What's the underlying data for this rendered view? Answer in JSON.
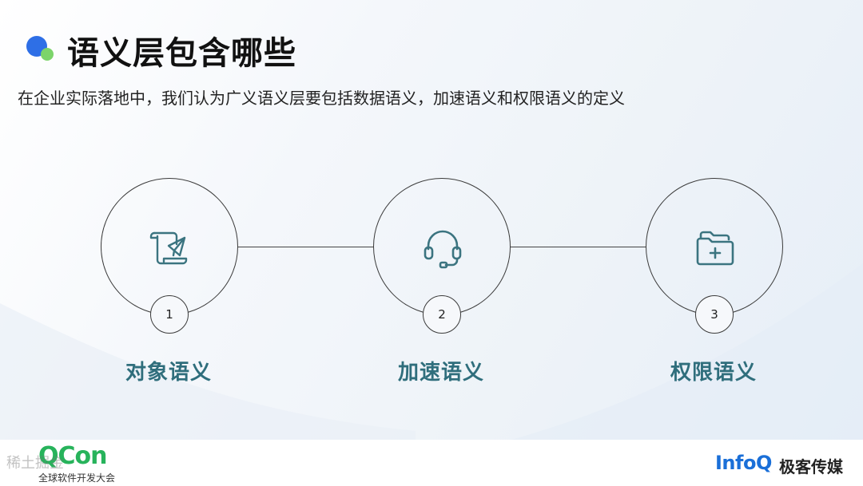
{
  "title": "语义层包含哪些",
  "subtitle": "在企业实际落地中，我们认为广义语义层要包括数据语义，加速语义和权限语义的定义",
  "items": [
    {
      "number": "1",
      "label": "对象语义",
      "icon": "scroll-paper-plane-icon"
    },
    {
      "number": "2",
      "label": "加速语义",
      "icon": "headset-icon"
    },
    {
      "number": "3",
      "label": "权限语义",
      "icon": "folder-plus-icon"
    }
  ],
  "footer": {
    "qcon_logo": "QCon",
    "qcon_sub": "全球软件开发大会",
    "watermark": "稀土掘金",
    "infoq_logo": "InfoQ",
    "geek_media": "极客传媒"
  },
  "colors": {
    "accent_blue": "#2e6fe6",
    "accent_green": "#7cd46a",
    "label_teal": "#2f6e7c",
    "icon_teal": "#3b7480"
  }
}
